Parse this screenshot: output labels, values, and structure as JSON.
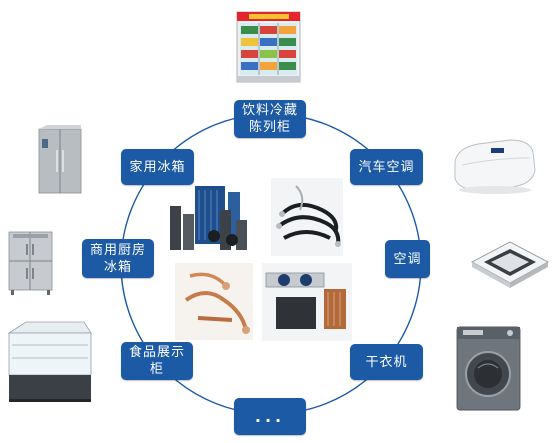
{
  "center_label": "",
  "nodes": [
    {
      "id": "beverage-fridge",
      "label": "饮料冷藏\n陈列柜"
    },
    {
      "id": "car-ac",
      "label": "汽车空调"
    },
    {
      "id": "ac",
      "label": "空调"
    },
    {
      "id": "dryer",
      "label": "干衣机"
    },
    {
      "id": "more",
      "label": "..."
    },
    {
      "id": "display-cabinet",
      "label": "食品展示\n柜"
    },
    {
      "id": "kitchen-fridge",
      "label": "商用厨房\n冰箱"
    },
    {
      "id": "home-fridge",
      "label": "家用冰箱"
    }
  ],
  "colors": {
    "node_fill": "#1c5aa6",
    "ring": "#1c5aa6",
    "text": "#ffffff"
  }
}
